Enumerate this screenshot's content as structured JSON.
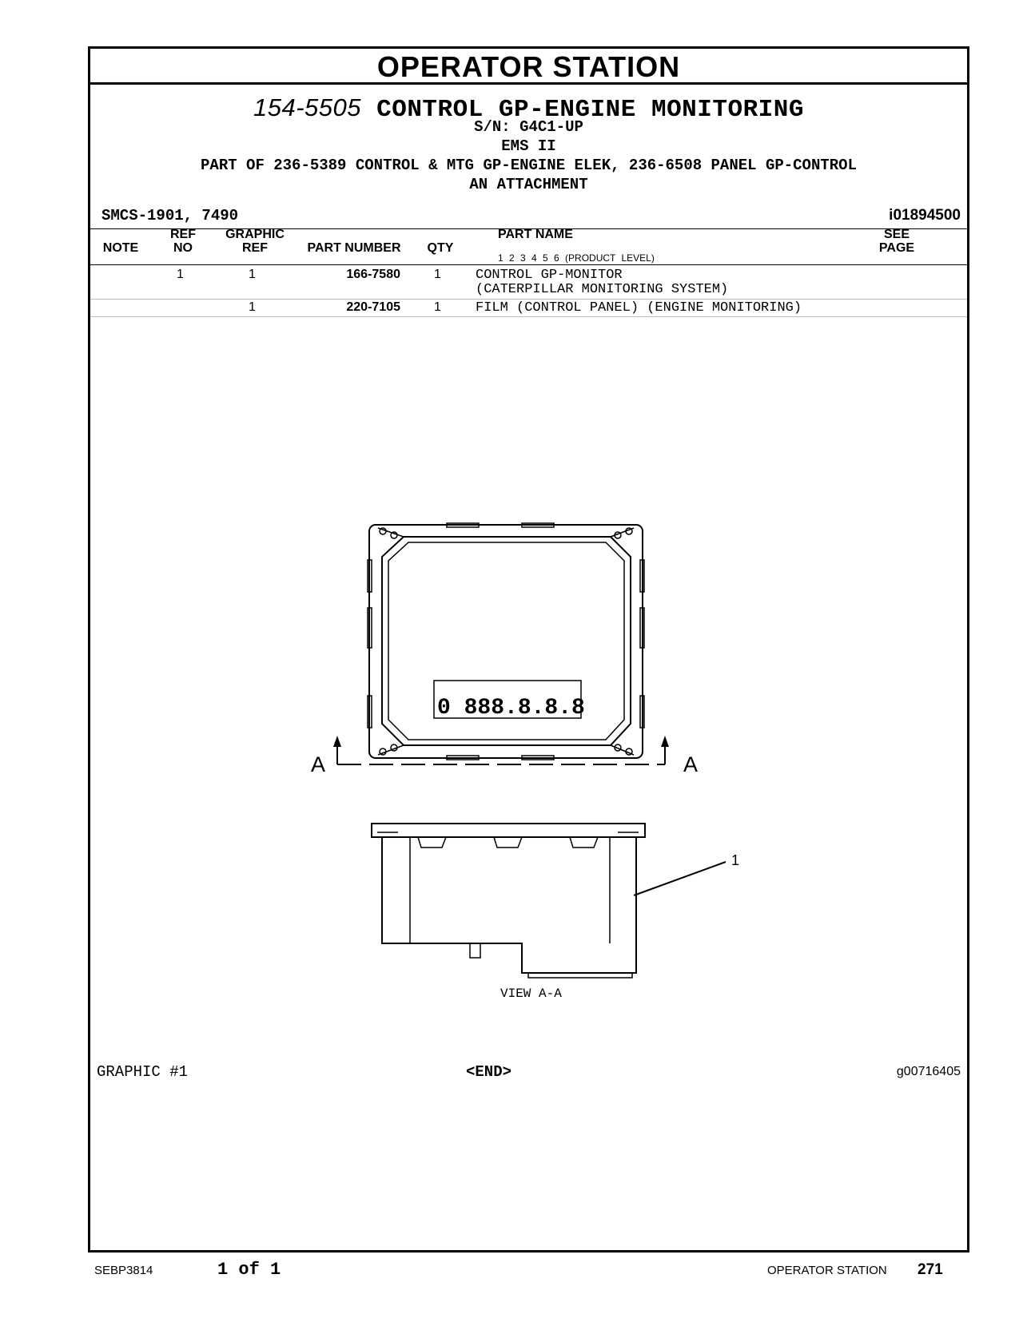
{
  "section_title": "OPERATOR STATION",
  "group": {
    "part_number": "154-5505",
    "name": "CONTROL GP-ENGINE MONITORING",
    "serial": "S/N: G4C1-UP",
    "system": "EMS II",
    "part_of": "PART OF 236-5389 CONTROL & MTG GP-ENGINE ELEK, 236-6508 PANEL GP-CONTROL",
    "attachment": "AN ATTACHMENT"
  },
  "smcs": "SMCS-1901, 7490",
  "doc_id": "i01894500",
  "table": {
    "headers": {
      "note": "NOTE",
      "ref_no_top": "REF",
      "ref_no_bottom": "NO",
      "graphic_ref_top": "GRAPHIC",
      "graphic_ref_bottom": "REF",
      "part_number": "PART NUMBER",
      "qty": "QTY",
      "part_name": "PART NAME",
      "product_levels": "1  2  3  4  5  6  (PRODUCT LEVEL)",
      "see_top": "SEE",
      "see_bottom": "PAGE"
    },
    "rows": [
      {
        "note": "",
        "ref_no": "1",
        "graphic_ref": "1",
        "part_number": "166-7580",
        "qty": "1",
        "name_line1": "CONTROL GP-MONITOR",
        "name_line2": "(CATERPILLAR MONITORING SYSTEM)",
        "see_page": ""
      },
      {
        "note": "",
        "ref_no": "",
        "graphic_ref": "1",
        "part_number": "220-7105",
        "qty": "1",
        "name_line1": "FILM (CONTROL PANEL) (ENGINE MONITORING)",
        "name_line2": "",
        "see_page": ""
      }
    ]
  },
  "drawing": {
    "section_letter_left": "A",
    "section_letter_right": "A",
    "callout": "1",
    "view_label": "VIEW A-A",
    "display_digits": "0 888.8.8.8"
  },
  "graphic_label": "GRAPHIC #1",
  "end_label": "<END>",
  "graphic_id": "g00716405",
  "footer": {
    "doc": "SEBP3814",
    "page_of": "1 of 1",
    "section": "OPERATOR STATION",
    "page_number": "271"
  }
}
